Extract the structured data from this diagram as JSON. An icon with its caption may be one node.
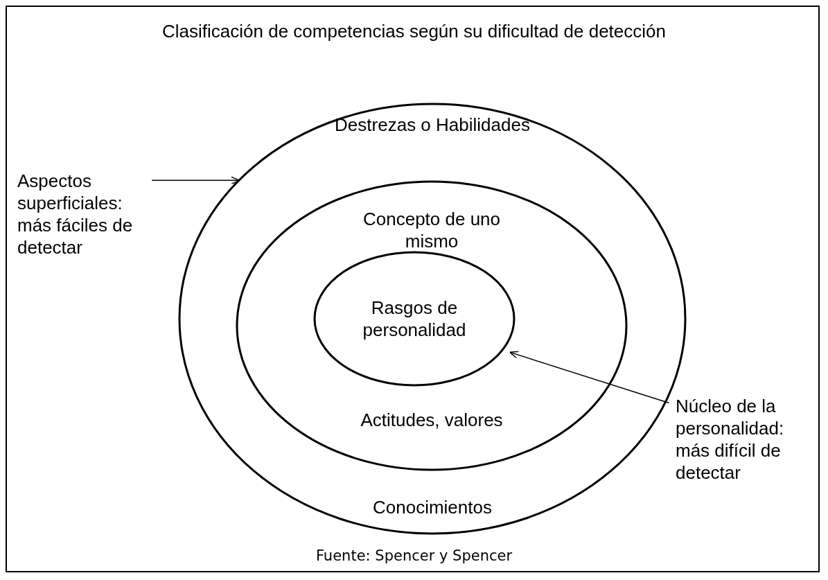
{
  "diagram": {
    "title": "Clasificación de competencias según su dificultad de detección",
    "caption": "Fuente: Spencer y Spencer",
    "nodes": [
      {
        "text": [
          "Destrezas o Habilidades",
          "Conocimientos"
        ]
      },
      {
        "text": [
          "Concepto de uno mismo",
          "Actitudes, valores"
        ],
        "in": 0
      },
      {
        "text": [
          "Rasgos de personalidad"
        ],
        "in": 1
      },
      {
        "text": [
          "Aspectos superficiales: más fáciles de detectar"
        ]
      },
      {
        "text": [
          "Núcleo de la personalidad: más difícil de detectar"
        ]
      }
    ],
    "edges": [
      {
        "from": 3,
        "to": 0,
        "arrow": "to"
      },
      {
        "from": 4,
        "to": 2,
        "arrow": "to"
      }
    ]
  }
}
